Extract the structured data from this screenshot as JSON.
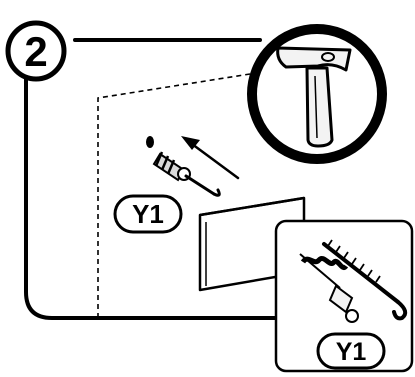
{
  "step": {
    "number": "2"
  },
  "labels": {
    "part_main": "Y1",
    "part_detail": "Y1"
  },
  "icons": {
    "tool": "hammer-icon",
    "direction": "arrow-icon",
    "anchor": "wall-plug-icon",
    "screw": "hook-screw-icon"
  },
  "colors": {
    "ink": "#000000",
    "paper": "#ffffff",
    "metal_light": "#f3f3f3",
    "metal_mid": "#d9d9d9"
  }
}
